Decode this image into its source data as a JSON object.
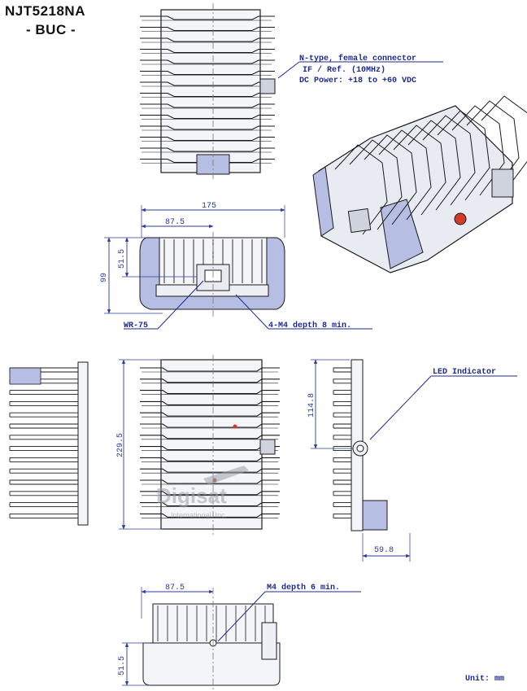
{
  "title": {
    "model": "NJT5218NA",
    "subtitle": "- BUC -"
  },
  "connector_callout": {
    "line1": "N-type, female connector",
    "line2": "IF / Ref. (10MHz)",
    "line3": "DC Power: +18 to +60 VDC"
  },
  "front_view": {
    "dim_width": "175",
    "dim_half_width": "87.5",
    "dim_height": "99",
    "dim_upper": "51.5",
    "label_waveguide": "WR-75",
    "label_mount": "4-M4 depth 8 min."
  },
  "side_view": {
    "dim_length": "229.5"
  },
  "right_view": {
    "label_led": "LED Indicator",
    "dim_led_height": "114.8",
    "dim_depth": "59.8"
  },
  "bottom_view": {
    "dim_half_width": "87.5",
    "dim_height": "51.5",
    "label_mount": "M4 depth 6 min."
  },
  "watermark": {
    "brand": "Digisat",
    "sub": "International, Inc."
  },
  "units": "Unit: mm",
  "colors": {
    "line": "#1a1a1a",
    "fin_fill": "#eef0f6",
    "shade": "#b6bfe3",
    "callout": "#1c2a8c",
    "dim": "#2c3a9e",
    "led": "#d23a2a"
  }
}
